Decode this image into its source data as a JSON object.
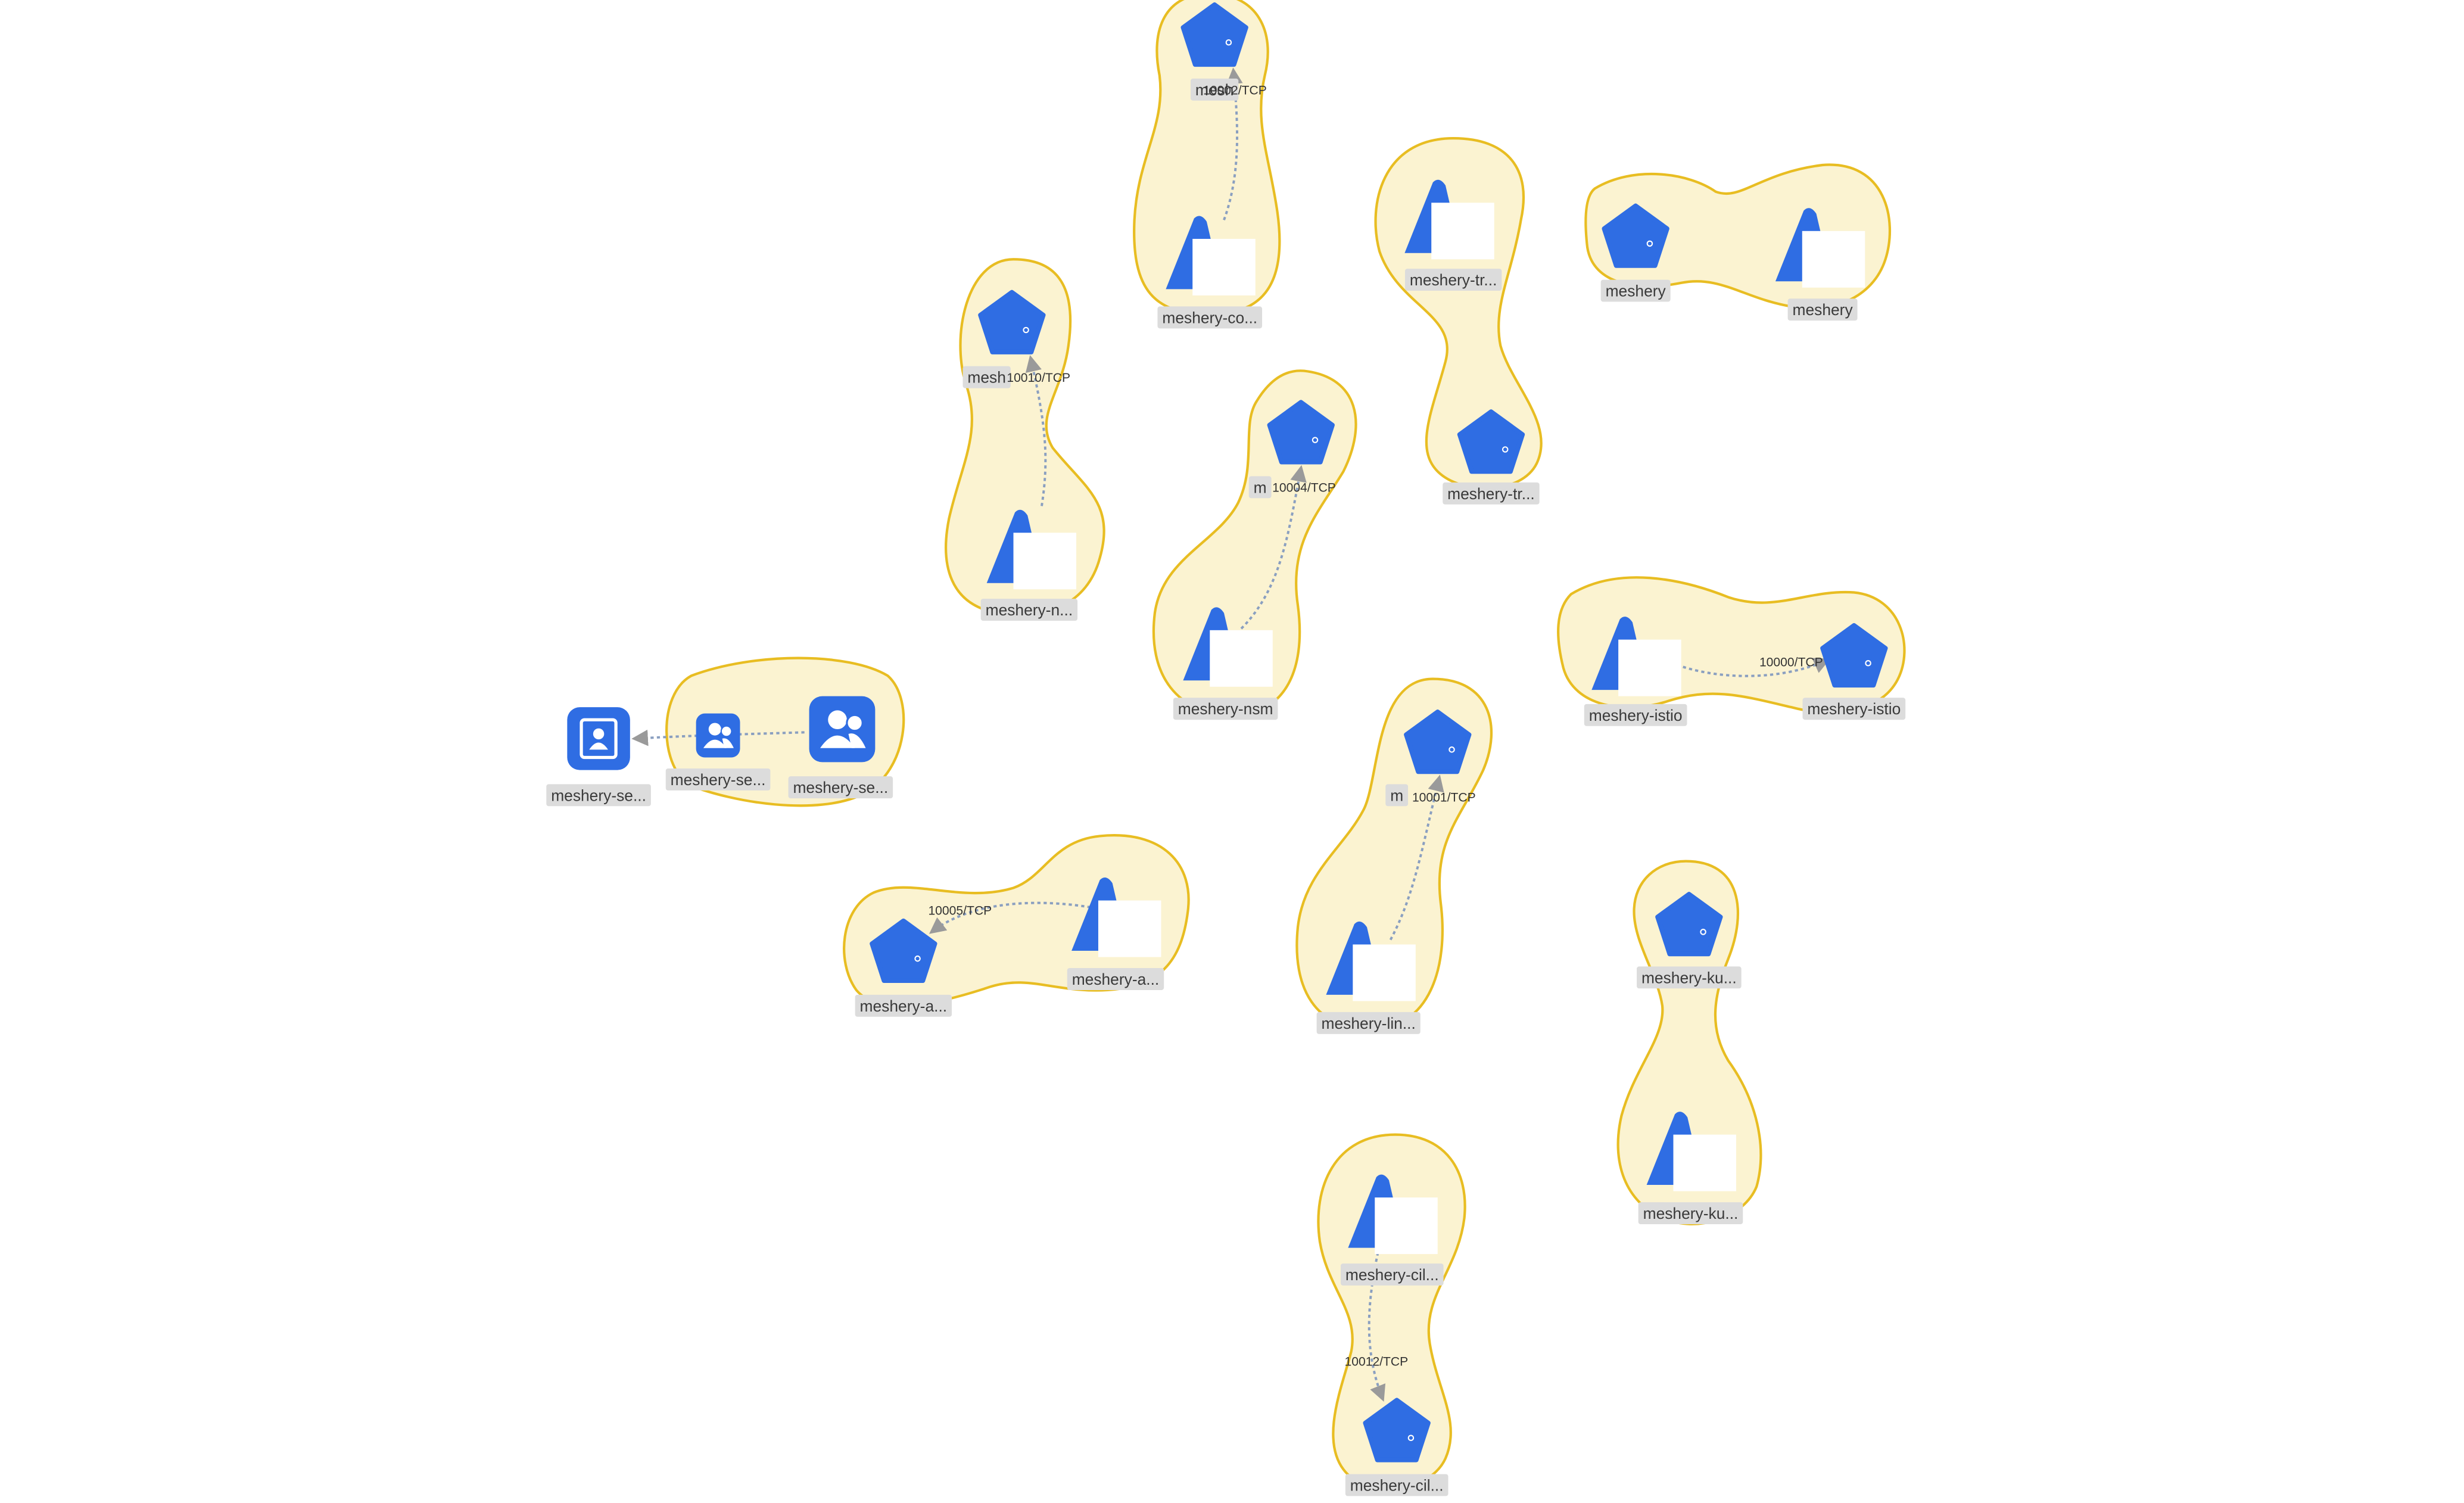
{
  "colors": {
    "group_fill": "#fbf3d1",
    "group_stroke": "#e8bd22",
    "node_blue": "#2f6de3",
    "label_bg": "#dcdcdc",
    "edge": "#8a9fc0",
    "arrow": "#9a9a9a"
  },
  "nodes": [
    {
      "id": "mesh-co-svc",
      "label": "mesh",
      "icon": "service-icon"
    },
    {
      "id": "mesh-co-dep",
      "label": "meshery-co...",
      "icon": "deployment-icon"
    },
    {
      "id": "mesh-tr-dep",
      "label": "meshery-tr...",
      "icon": "deployment-icon"
    },
    {
      "id": "mesh-tr-svc",
      "label": "meshery-tr...",
      "icon": "service-icon"
    },
    {
      "id": "meshery-svc",
      "label": "meshery",
      "icon": "service-icon"
    },
    {
      "id": "meshery-dep",
      "label": "meshery",
      "icon": "deployment-icon"
    },
    {
      "id": "mesh-n-svc",
      "label": "mesh",
      "icon": "service-icon"
    },
    {
      "id": "mesh-n-dep",
      "label": "meshery-n...",
      "icon": "deployment-icon"
    },
    {
      "id": "mesh-nsm-svc",
      "label": "m",
      "icon": "service-icon"
    },
    {
      "id": "mesh-nsm-dep",
      "label": "meshery-nsm",
      "icon": "deployment-icon"
    },
    {
      "id": "mesh-istio-dep",
      "label": "meshery-istio",
      "icon": "deployment-icon"
    },
    {
      "id": "mesh-istio-svc",
      "label": "meshery-istio",
      "icon": "service-icon"
    },
    {
      "id": "mesh-se-sa",
      "label": "meshery-se...",
      "icon": "service-account-icon"
    },
    {
      "id": "mesh-se-rb",
      "label": "meshery-se...",
      "icon": "role-binding-icon"
    },
    {
      "id": "mesh-se-role",
      "label": "meshery-se...",
      "icon": "role-icon"
    },
    {
      "id": "mesh-lin-svc",
      "label": "m",
      "icon": "service-icon"
    },
    {
      "id": "mesh-lin-dep",
      "label": "meshery-lin...",
      "icon": "deployment-icon"
    },
    {
      "id": "mesh-a-svc",
      "label": "meshery-a...",
      "icon": "service-icon"
    },
    {
      "id": "mesh-a-dep",
      "label": "meshery-a...",
      "icon": "deployment-icon"
    },
    {
      "id": "mesh-ku-svc",
      "label": "meshery-ku...",
      "icon": "service-icon"
    },
    {
      "id": "mesh-ku-dep",
      "label": "meshery-ku...",
      "icon": "deployment-icon"
    },
    {
      "id": "mesh-cil-dep",
      "label": "meshery-cil...",
      "icon": "deployment-icon"
    },
    {
      "id": "mesh-cil-svc",
      "label": "meshery-cil...",
      "icon": "service-icon"
    }
  ],
  "edges": [
    {
      "id": "e-co",
      "label": "10002/TCP"
    },
    {
      "id": "e-n",
      "label": "10010/TCP"
    },
    {
      "id": "e-nsm",
      "label": "10004/TCP"
    },
    {
      "id": "e-istio",
      "label": "10000/TCP"
    },
    {
      "id": "e-lin",
      "label": "10001/TCP"
    },
    {
      "id": "e-a",
      "label": "10005/TCP"
    },
    {
      "id": "e-cil",
      "label": "10012/TCP"
    },
    {
      "id": "e-se",
      "label": ""
    }
  ]
}
